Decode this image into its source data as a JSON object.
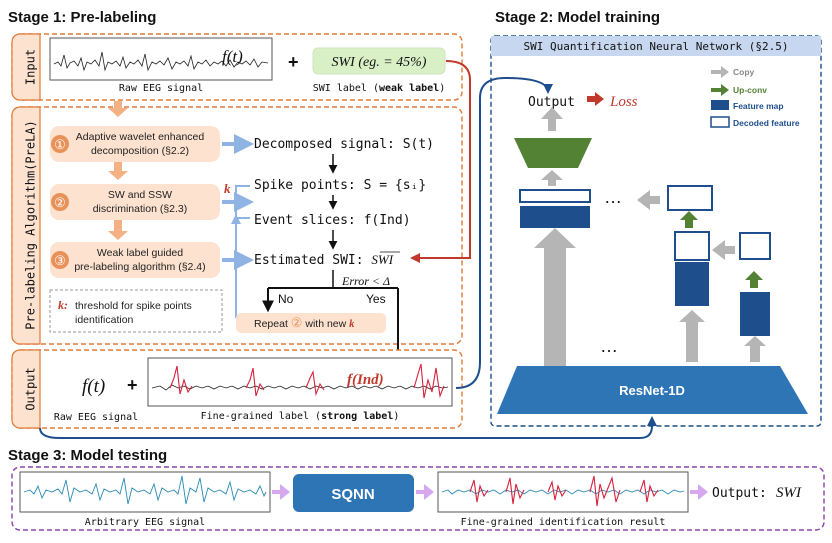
{
  "stages": {
    "s1": "Stage 1: Pre-labeling",
    "s2": "Stage 2: Model training",
    "s3": "Stage 3: Model testing"
  },
  "side_labels": {
    "input": "Input",
    "prela": "Pre-labeling Algorithm(PreLA)",
    "output": "Output"
  },
  "input": {
    "f_t": "f(t)",
    "plus": "+",
    "raw_eeg": "Raw EEG signal",
    "swi_box": "SWI (eg. = 45%)",
    "swi_label_a": "SWI label (",
    "swi_label_b": "weak label",
    "swi_label_c": ")"
  },
  "steps": [
    {
      "num": "①",
      "line1": "Adaptive wavelet enhanced",
      "line2": "decomposition (§2.2)"
    },
    {
      "num": "②",
      "line1": "SW and SSW",
      "line2": "discrimination (§2.3)"
    },
    {
      "num": "③",
      "line1": "Weak label guided",
      "line2": "pre-labeling algorithm (§2.4)"
    }
  ],
  "flow": {
    "decomposed": "Decomposed signal: S(t)",
    "spike": "Spike points: S = {sᵢ}",
    "event": "Event slices: f(Ind)",
    "estimated": "Estimated SWI: SWI",
    "estimated_hat": "SWI",
    "k": "k",
    "error": "Error < Δ",
    "no": "No",
    "yes": "Yes",
    "repeat_a": "Repeat",
    "repeat_num": "②",
    "repeat_b": "with new",
    "repeat_k": "k"
  },
  "note": {
    "k": "k:",
    "line1": "threshold for spike points",
    "line2": "identification"
  },
  "output": {
    "f_t": "f(t)",
    "plus": "+",
    "raw_eeg": "Raw EEG signal",
    "f_ind": "f(Ind)",
    "fine_a": "Fine-grained label (",
    "fine_b": "strong label",
    "fine_c": ")"
  },
  "model": {
    "title": "SWI Quantification Neural Network (§2.5)",
    "output_label": "Output",
    "loss": "Loss",
    "resnet": "ResNet-1D",
    "dots": "…",
    "legend": [
      "Copy",
      "Up-conv",
      "Feature map",
      "Decoded feature"
    ]
  },
  "testing": {
    "arbitrary": "Arbitrary EEG signal",
    "sqnn": "SQNN",
    "result": "Fine-grained identification result",
    "output_label": "Output:",
    "output_swi": "SWI"
  },
  "colors": {
    "orange_border": "#e07b39",
    "orange_fill": "#fde2cf",
    "step_num": "#e8925a",
    "blue_panel": "#1f4e8c",
    "blue_arrow": "#8fb4e3",
    "green": "#548235",
    "red": "#c0392b",
    "purple": "#8e44ad",
    "light_purple": "#d7a7f0",
    "gray_arrow": "#b5b5b5",
    "eeg_red": "#d6213b",
    "eeg_blue": "#2b8bb5"
  }
}
